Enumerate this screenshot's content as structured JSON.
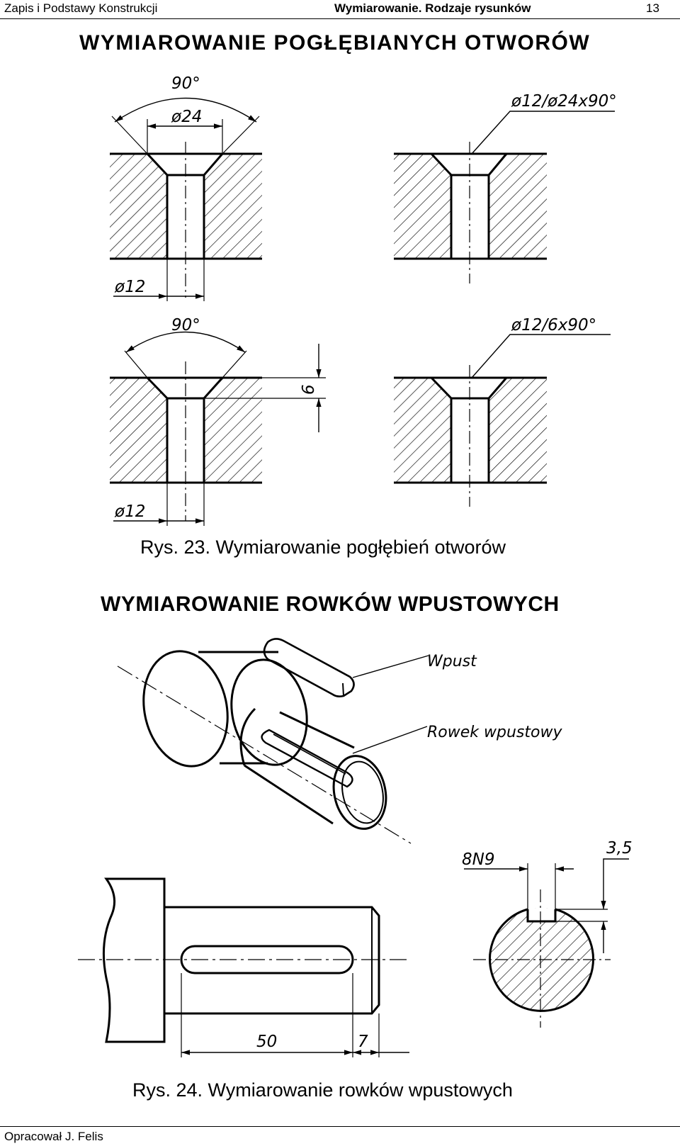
{
  "header": {
    "left": "Zapis i Podstawy Konstrukcji",
    "center": "Wymiarowanie. Rodzaje rysunków",
    "page_number": "13"
  },
  "section1": {
    "title": "WYMIAROWANIE  POGŁĘBIANYCH  OTWORÓW",
    "caption": "Rys. 23. Wymiarowanie pogłębień otworów",
    "dims": {
      "angle_top": "90°",
      "d24": "ø24",
      "d12_top": "ø12",
      "callout_top": "ø12/ø24x90°",
      "angle_bottom": "90°",
      "depth": "6",
      "d12_bottom": "ø12",
      "callout_bottom": "ø12/6x90°"
    }
  },
  "section2": {
    "title": "WYMIAROWANIE ROWKÓW WPUSTOWYCH",
    "caption": "Rys. 24. Wymiarowanie rowków wpustowych",
    "labels": {
      "key": "Wpust",
      "keyway": "Rowek wpustowy"
    },
    "dims": {
      "width": "8N9",
      "depth": "3,5",
      "length": "50",
      "offset": "7"
    }
  },
  "footer": {
    "author": "Opracował J. Felis"
  }
}
